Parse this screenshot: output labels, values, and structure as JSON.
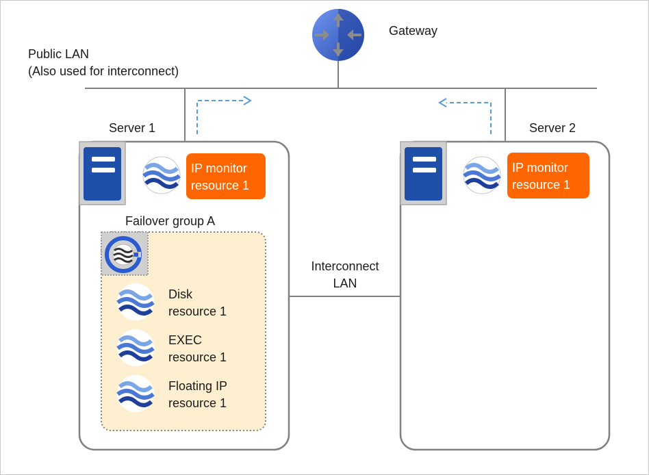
{
  "gateway": {
    "label": "Gateway"
  },
  "public_lan": {
    "line1": "Public LAN",
    "line2": "(Also used for interconnect)"
  },
  "server1": {
    "label": "Server 1"
  },
  "server2": {
    "label": "Server 2"
  },
  "ip_monitor_1": {
    "line1": "IP monitor",
    "line2": "resource 1"
  },
  "ip_monitor_2": {
    "line1": "IP monitor",
    "line2": "resource 1"
  },
  "failover_group": {
    "label": "Failover group A"
  },
  "resources": [
    {
      "line1": "Disk",
      "line2": "resource 1"
    },
    {
      "line1": "EXEC",
      "line2": "resource 1"
    },
    {
      "line1": "Floating IP",
      "line2": "resource 1"
    }
  ],
  "interconnect": {
    "line1": "Interconnect",
    "line2": "LAN"
  },
  "colors": {
    "accent_orange": "#ff6600",
    "group_fill": "#fdefcf",
    "server_blue": "#1f4fa8",
    "arrow_blue": "#5b9bd5",
    "line_gray": "#808080"
  }
}
